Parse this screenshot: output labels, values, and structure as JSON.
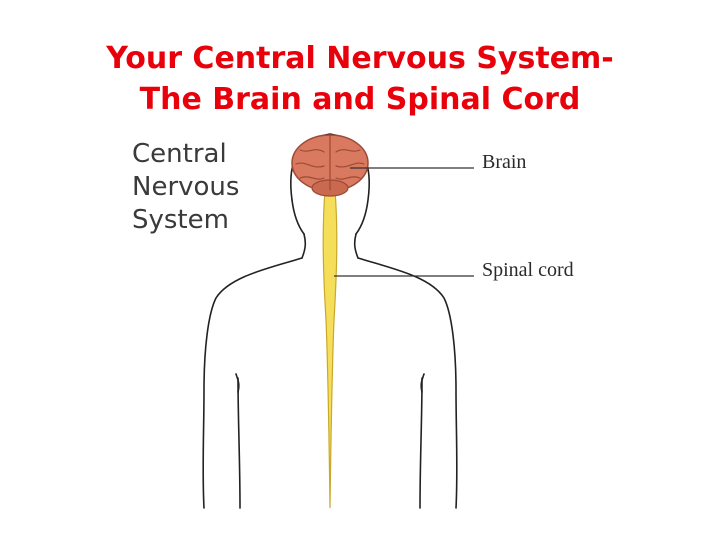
{
  "title": {
    "line1": "Your Central Nervous System-",
    "line2": "The Brain and Spinal Cord"
  },
  "figure": {
    "system_label": {
      "line1": "Central",
      "line2": "Nervous",
      "line3": "System"
    },
    "callouts": {
      "brain": "Brain",
      "spinal_cord": "Spinal cord"
    },
    "colors": {
      "title": "#e8000b",
      "brain": "#d9795f",
      "spinal_cord": "#f5df5a",
      "outline": "#222222"
    }
  }
}
